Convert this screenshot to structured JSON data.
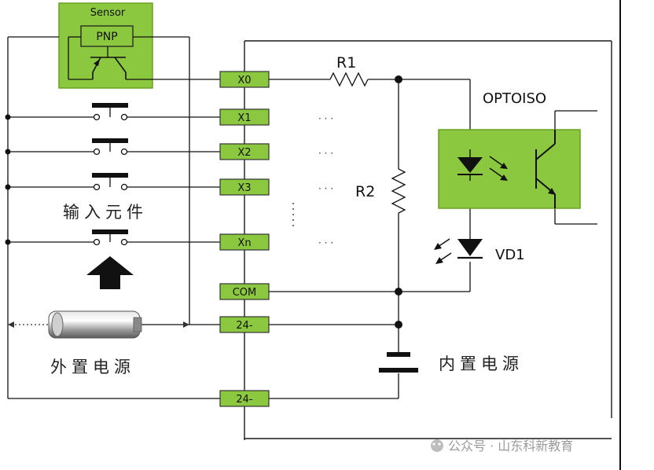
{
  "sensor": {
    "title": "Sensor",
    "type_label": "PNP"
  },
  "terminals": [
    "X0",
    "X1",
    "X2",
    "X3",
    "Xn",
    "COM",
    "24-",
    "24-"
  ],
  "components": {
    "r1": "R1",
    "r2": "R2",
    "optoiso": "OPTOISO",
    "vd1": "VD1",
    "continuation": "· · ·"
  },
  "captions": {
    "input_elements": "输入元件",
    "external_power": "外置电源",
    "internal_power": "内置电源"
  },
  "watermark": "公众号 · 山东科新教育",
  "colors": {
    "green_fill": "#8cc83f",
    "green_border": "#6aa024",
    "line": "#1a1a1a"
  }
}
